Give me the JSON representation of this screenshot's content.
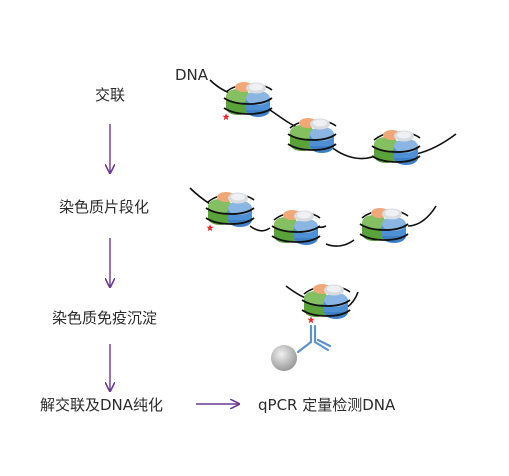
{
  "steps": [
    "交联",
    "染色质片段化",
    "染色质免疫沉淀",
    "解交联及DNA纯化"
  ],
  "result": "qPCR 定量检测DNA",
  "dna_label": "DNA",
  "colors": {
    "arrow": "#6a3a8c",
    "dna": "#111111",
    "marker": "#e8262a",
    "histone_green": "#5aa23a",
    "histone_blue": "#4f8fd4",
    "histone_orange": "#f0a878",
    "histone_grey": "#d8dbe0",
    "antibody": "#5f93c8",
    "bead": "#b9b9b9"
  },
  "icons": [
    "nucleosome",
    "crosslink-marker",
    "antibody",
    "bead"
  ]
}
